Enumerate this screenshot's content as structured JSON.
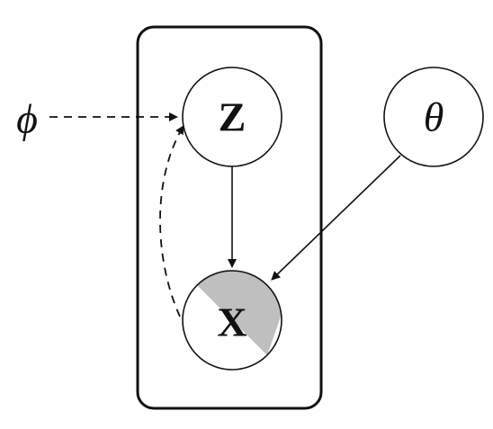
{
  "diagram": {
    "nodes": {
      "z": {
        "label": "Z"
      },
      "x": {
        "label": "X",
        "observed": "partial"
      },
      "theta": {
        "label": "θ"
      },
      "phi": {
        "label": "ϕ"
      }
    },
    "edges": [
      {
        "from": "z",
        "to": "x",
        "style": "solid"
      },
      {
        "from": "theta",
        "to": "x",
        "style": "solid"
      },
      {
        "from": "phi",
        "to": "z",
        "style": "dashed"
      },
      {
        "from": "x",
        "to": "z",
        "style": "dashed"
      }
    ],
    "plate": {
      "label": ""
    },
    "colors": {
      "stroke": "#111111",
      "observed_fill": "#bfbfbf",
      "background": "#ffffff"
    }
  }
}
